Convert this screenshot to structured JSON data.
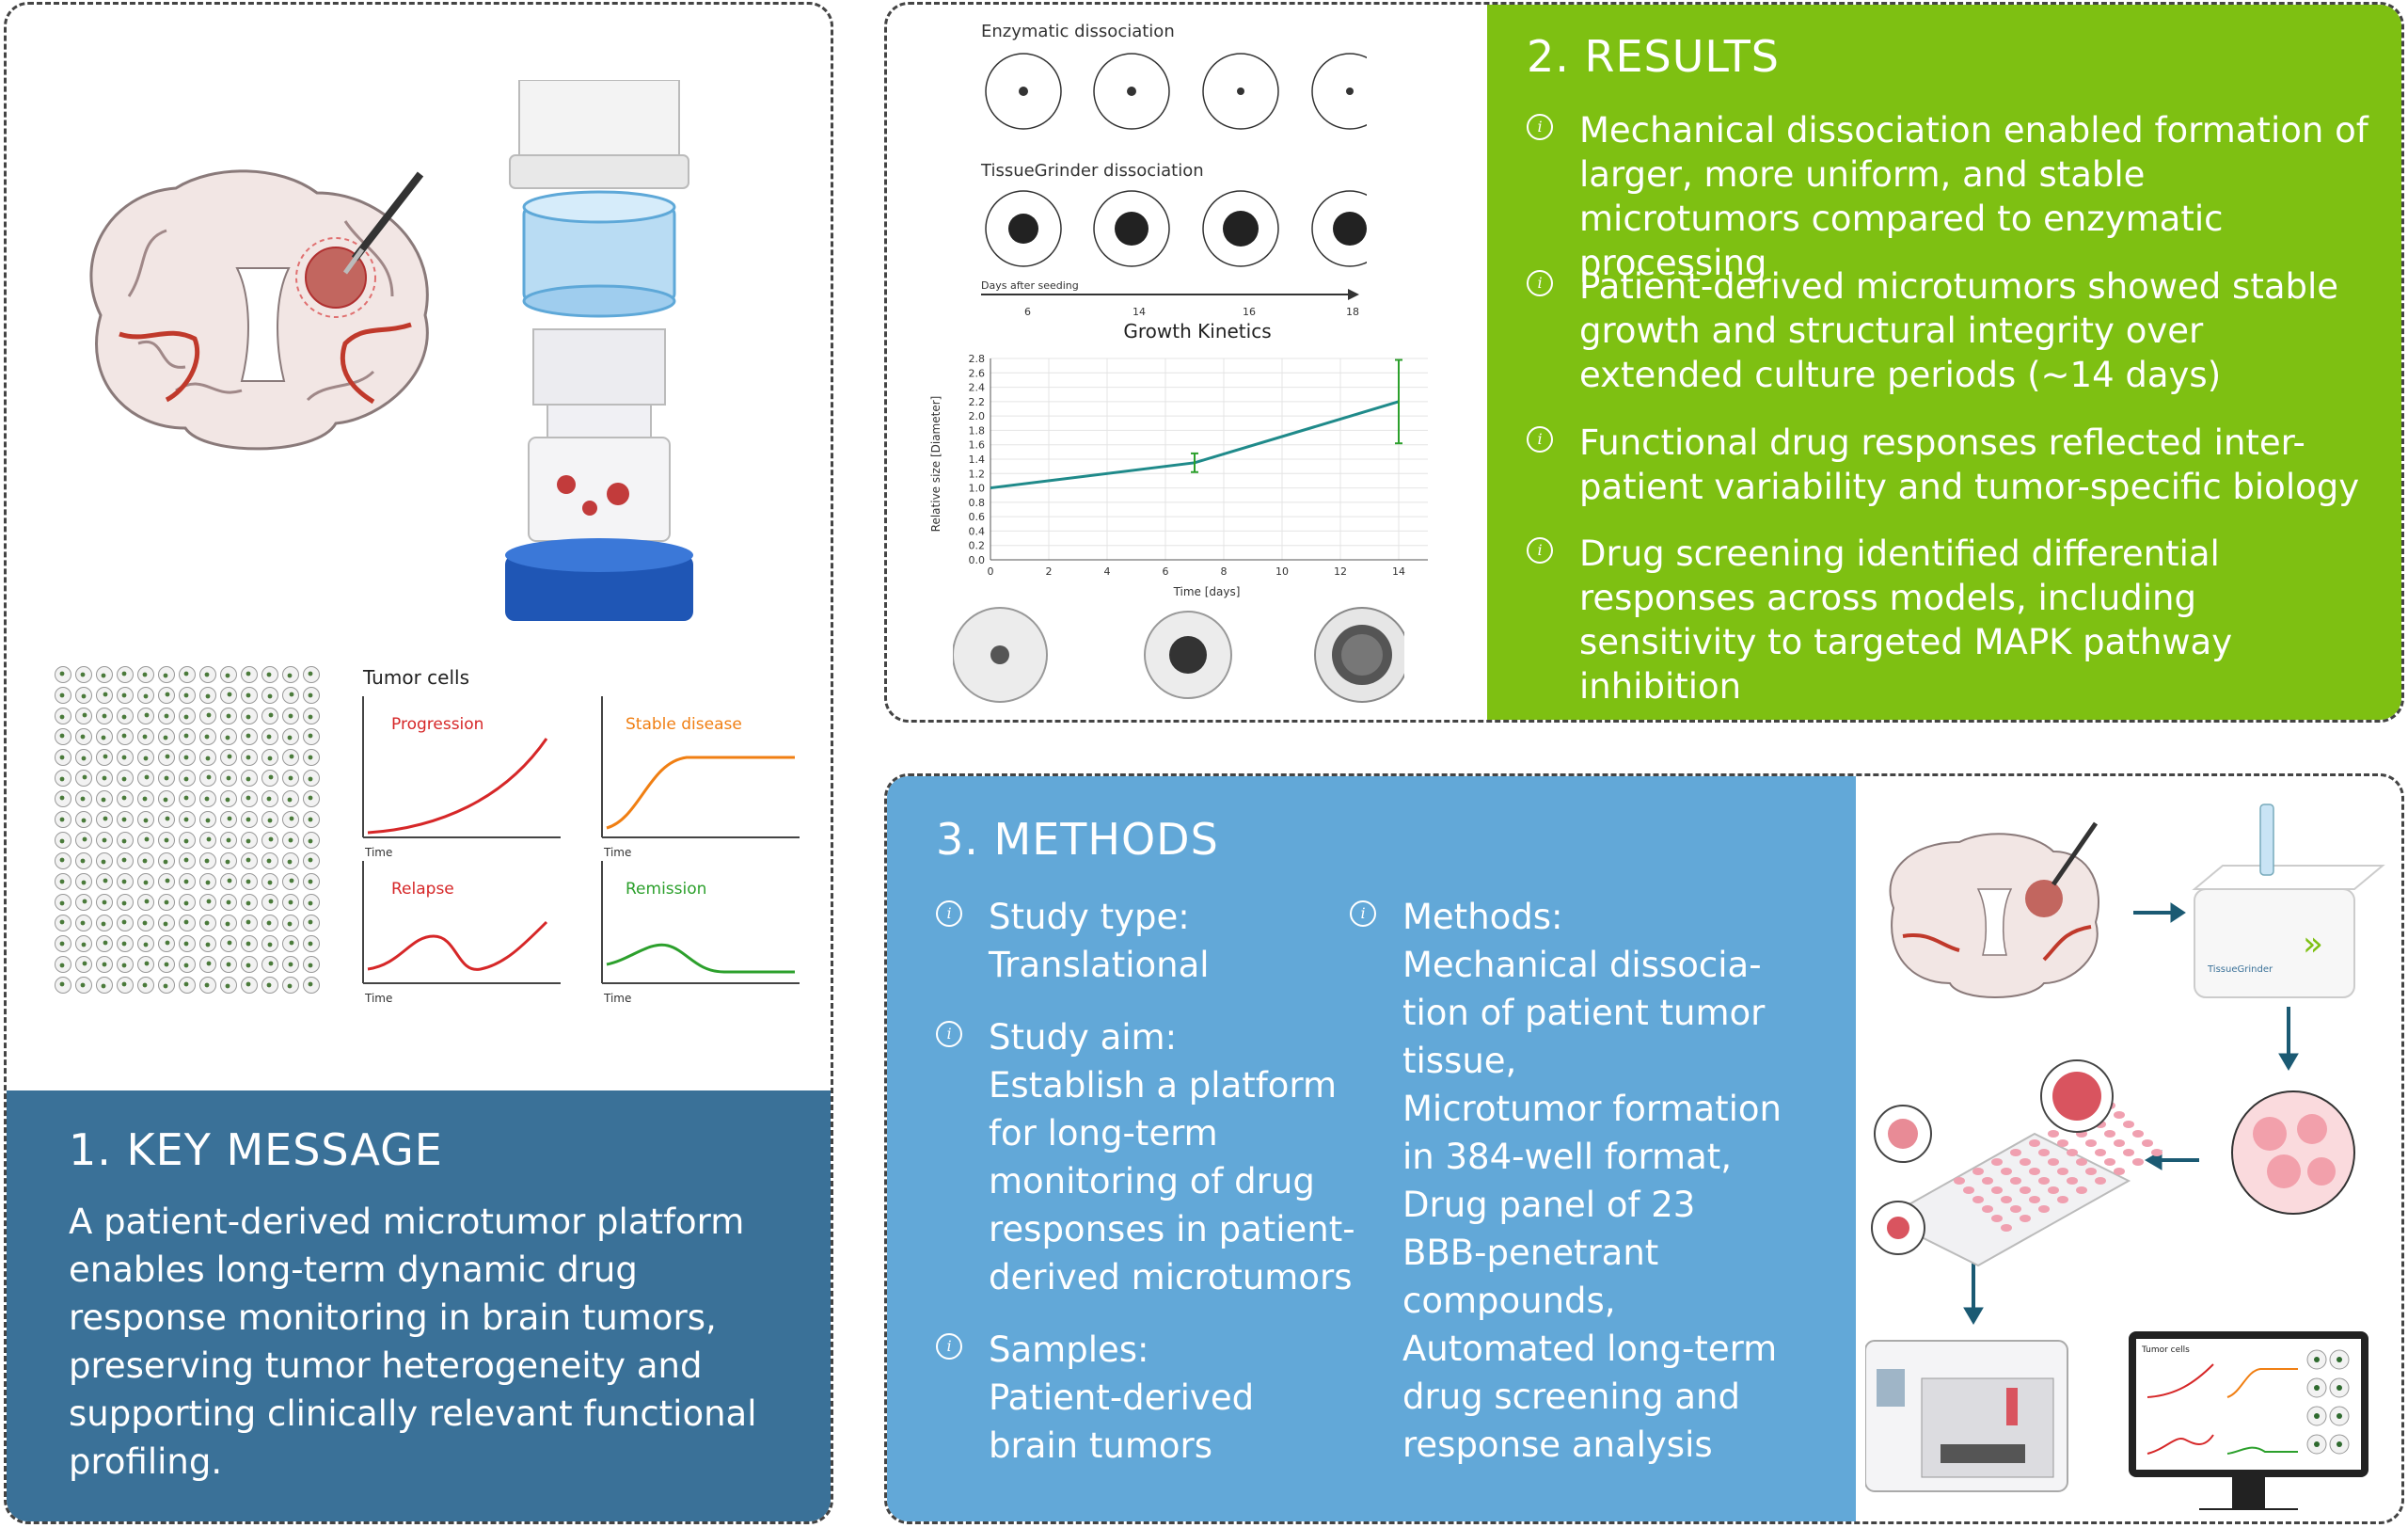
{
  "key_message": {
    "title": "1. KEY MESSAGE",
    "text": "A patient-derived microtumor platform enables long-term dynamic drug response monitoring in brain tumors, preserving tumor heterogeneity and supporting clinically relevant functional profiling."
  },
  "tumor_panel": {
    "title": "Tumor cells",
    "curves": [
      {
        "label": "Progression",
        "color": "#d62728",
        "axis": "Time"
      },
      {
        "label": "Stable disease",
        "color": "#f07f13",
        "axis": "Time"
      },
      {
        "label": "Relapse",
        "color": "#d62728",
        "axis": "Time"
      },
      {
        "label": "Remission",
        "color": "#2ca02c",
        "axis": "Time"
      }
    ]
  },
  "results": {
    "title": "2. RESULTS",
    "items": [
      "Mechanical dissociation enabled formation of larger, more uniform, and stable microtumors compared to enzymatic processing",
      "Patient-derived microtumors showed stable growth and structural integrity over extended culture periods (~14 days)",
      "Functional drug responses reflected inter-patient variability and tumor-specific biology",
      "Drug screening identified differential responses across models, including sensitivity to targeted MAPK pathway inhibition"
    ],
    "enzymatic_label": "Enzymatic dissociation",
    "grinder_label": "TissueGrinder dissociation",
    "days_label": "Days after seeding",
    "days": [
      "6",
      "14",
      "16",
      "18"
    ]
  },
  "chart_data": {
    "type": "line",
    "title": "Growth Kinetics",
    "xlabel": "Time [days]",
    "ylabel": "Relative size [Diameter]",
    "xlim": [
      0,
      15
    ],
    "ylim": [
      0,
      2.8
    ],
    "xticks": [
      0,
      2,
      4,
      6,
      8,
      10,
      12,
      14
    ],
    "yticks": [
      0.0,
      0.2,
      0.4,
      0.6,
      0.8,
      1.0,
      1.2,
      1.4,
      1.6,
      1.8,
      2.0,
      2.2,
      2.4,
      2.6,
      2.8
    ],
    "grid": true,
    "series": [
      {
        "x": [
          0,
          7,
          14
        ],
        "y": [
          1.0,
          1.35,
          2.2
        ],
        "err": [
          0,
          0.13,
          0.58
        ],
        "color": "#1f8a8a"
      }
    ]
  },
  "methods": {
    "title": "3. METHODS",
    "study_type_label": "Study type:",
    "study_type": "Translational",
    "study_aim_label": "Study aim:",
    "study_aim_lines": [
      "Establish a platform",
      "for long-term",
      "monitoring of drug",
      "responses in patient-",
      "derived microtumors"
    ],
    "samples_label": "Samples:",
    "samples_lines": [
      "Patient-derived",
      "brain tumors"
    ],
    "methods_label": "Methods:",
    "methods_lines": [
      "Mechanical dissocia-",
      "tion of patient tumor",
      "tissue,",
      "Microtumor formation",
      "in 384-well format,",
      "Drug panel of 23",
      "BBB-penetrant",
      "compounds,",
      "Automated long-term",
      "drug screening and",
      "response analysis"
    ]
  },
  "workflow": {
    "device_label": "TissueGrinder",
    "monitor_title": "Tumor cells"
  },
  "colors": {
    "key_box": "#3a7198",
    "results_box": "#7ec012",
    "methods_box": "#62a8d8",
    "arrow": "#1b5a73"
  }
}
